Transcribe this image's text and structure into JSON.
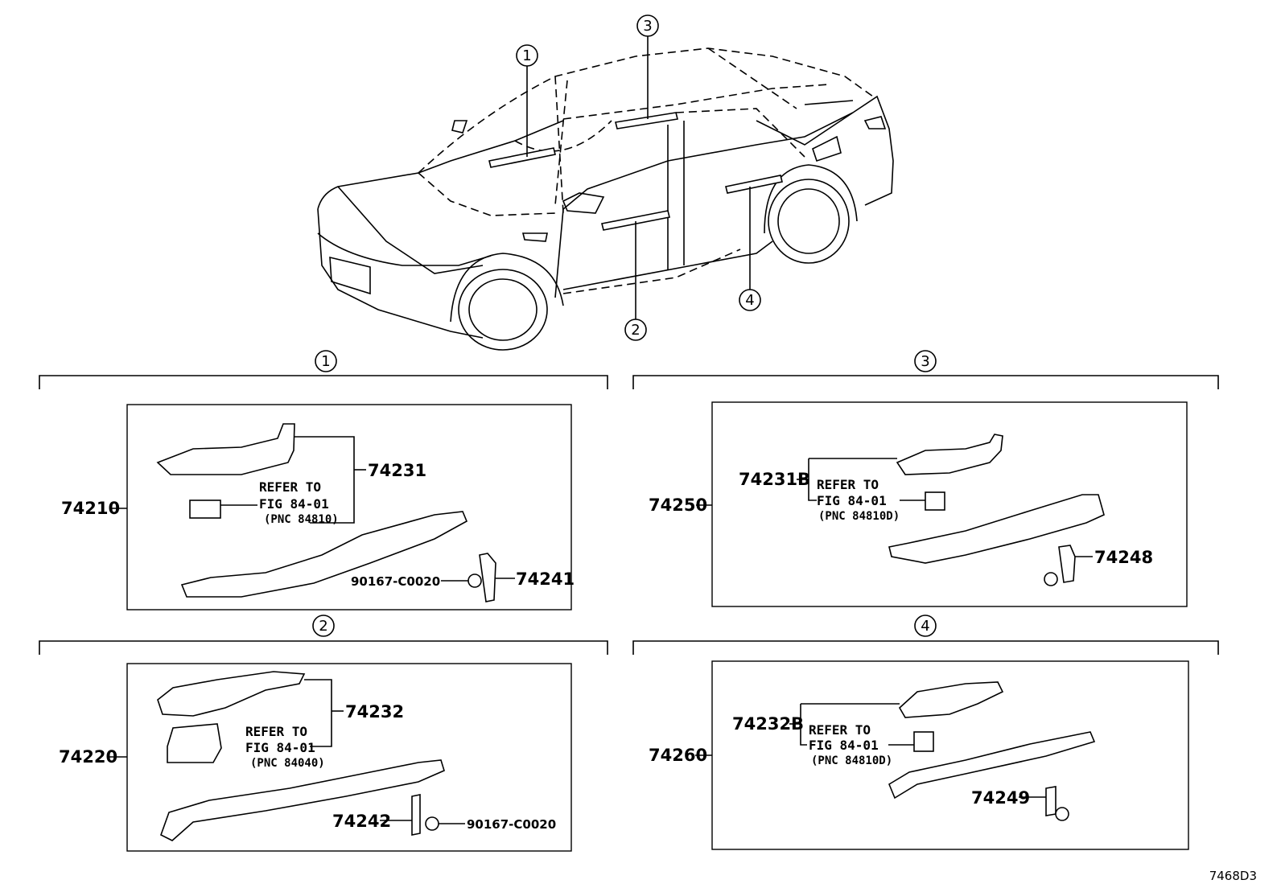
{
  "figure_code": "7468D3",
  "circle_1": "1",
  "circle_2": "2",
  "circle_3": "3",
  "circle_4": "4",
  "sections": {
    "s1": {
      "main": "74210",
      "cover": "74231",
      "ref1": "REFER TO",
      "ref2": "FIG 84-01",
      "pnc": "(PNC 84810)",
      "bolt": "90167-C0020",
      "bracket": "74241"
    },
    "s2": {
      "main": "74220",
      "cover": "74232",
      "ref1": "REFER TO",
      "ref2": "FIG 84-01",
      "pnc": "(PNC 84040)",
      "bracket": "74242",
      "bolt": "90167-C0020"
    },
    "s3": {
      "main": "74250",
      "cover": "74231B",
      "ref1": "REFER TO",
      "ref2": "FIG 84-01",
      "pnc": "(PNC 84810D)",
      "bracket": "74248"
    },
    "s4": {
      "main": "74260",
      "cover": "74232B",
      "ref1": "REFER TO",
      "ref2": "FIG 84-01",
      "pnc": "(PNC 84810D)",
      "bracket": "74249"
    }
  }
}
